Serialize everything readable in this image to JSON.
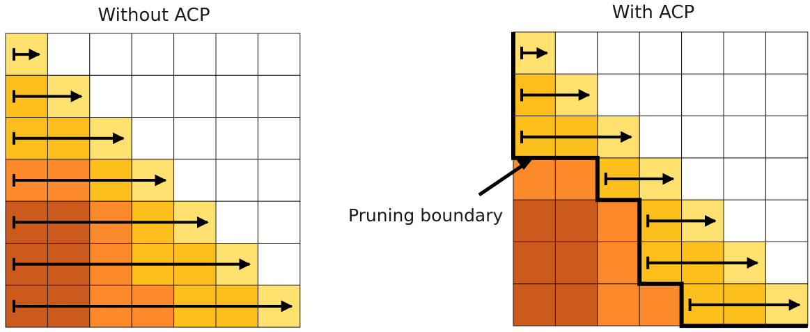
{
  "colors": {
    "empty": "#ffffff",
    "light_yellow": "#ffe170",
    "gold": "#fdbf1c",
    "orange": "#fc8a2a",
    "dark_orange": "#cc5a1c",
    "grid_line": "#1a1a1a",
    "arrow": "#000000",
    "boundary": "#000000"
  },
  "panels": [
    {
      "id": "without-acp",
      "title": "Without ACP",
      "grid": [
        [
          "light_yellow",
          "empty",
          "empty",
          "empty",
          "empty",
          "empty",
          "empty"
        ],
        [
          "gold",
          "light_yellow",
          "empty",
          "empty",
          "empty",
          "empty",
          "empty"
        ],
        [
          "gold",
          "gold",
          "light_yellow",
          "empty",
          "empty",
          "empty",
          "empty"
        ],
        [
          "orange",
          "orange",
          "gold",
          "light_yellow",
          "empty",
          "empty",
          "empty"
        ],
        [
          "dark_orange",
          "dark_orange",
          "orange",
          "gold",
          "light_yellow",
          "empty",
          "empty"
        ],
        [
          "dark_orange",
          "dark_orange",
          "orange",
          "gold",
          "gold",
          "light_yellow",
          "empty"
        ],
        [
          "dark_orange",
          "dark_orange",
          "orange",
          "orange",
          "gold",
          "gold",
          "light_yellow"
        ]
      ],
      "arrows": [
        {
          "row": 0,
          "from": 0,
          "to": 0
        },
        {
          "row": 1,
          "from": 0,
          "to": 1
        },
        {
          "row": 2,
          "from": 0,
          "to": 2
        },
        {
          "row": 3,
          "from": 0,
          "to": 3
        },
        {
          "row": 4,
          "from": 0,
          "to": 4
        },
        {
          "row": 5,
          "from": 0,
          "to": 5
        },
        {
          "row": 6,
          "from": 0,
          "to": 6
        }
      ],
      "boundary_steps": []
    },
    {
      "id": "with-acp",
      "title": "With ACP",
      "grid": [
        [
          "light_yellow",
          "empty",
          "empty",
          "empty",
          "empty",
          "empty",
          "empty"
        ],
        [
          "gold",
          "light_yellow",
          "empty",
          "empty",
          "empty",
          "empty",
          "empty"
        ],
        [
          "gold",
          "gold",
          "light_yellow",
          "empty",
          "empty",
          "empty",
          "empty"
        ],
        [
          "orange",
          "orange",
          "gold",
          "light_yellow",
          "empty",
          "empty",
          "empty"
        ],
        [
          "dark_orange",
          "dark_orange",
          "orange",
          "gold",
          "light_yellow",
          "empty",
          "empty"
        ],
        [
          "dark_orange",
          "dark_orange",
          "orange",
          "gold",
          "gold",
          "light_yellow",
          "empty"
        ],
        [
          "dark_orange",
          "dark_orange",
          "orange",
          "orange",
          "gold",
          "gold",
          "light_yellow"
        ]
      ],
      "arrows": [
        {
          "row": 0,
          "from": 0,
          "to": 0
        },
        {
          "row": 1,
          "from": 0,
          "to": 1
        },
        {
          "row": 2,
          "from": 0,
          "to": 2
        },
        {
          "row": 3,
          "from": 2,
          "to": 3
        },
        {
          "row": 4,
          "from": 3,
          "to": 4
        },
        {
          "row": 5,
          "from": 3,
          "to": 5
        },
        {
          "row": 6,
          "from": 4,
          "to": 6
        }
      ],
      "boundary_steps": [
        {
          "rows": [
            0,
            3
          ],
          "col": 0
        },
        {
          "rows": [
            3,
            4
          ],
          "col": 2
        },
        {
          "rows": [
            4,
            6
          ],
          "col": 3
        },
        {
          "rows": [
            6,
            7
          ],
          "col": 4
        }
      ]
    }
  ],
  "annotation": {
    "label": "Pruning boundary"
  }
}
